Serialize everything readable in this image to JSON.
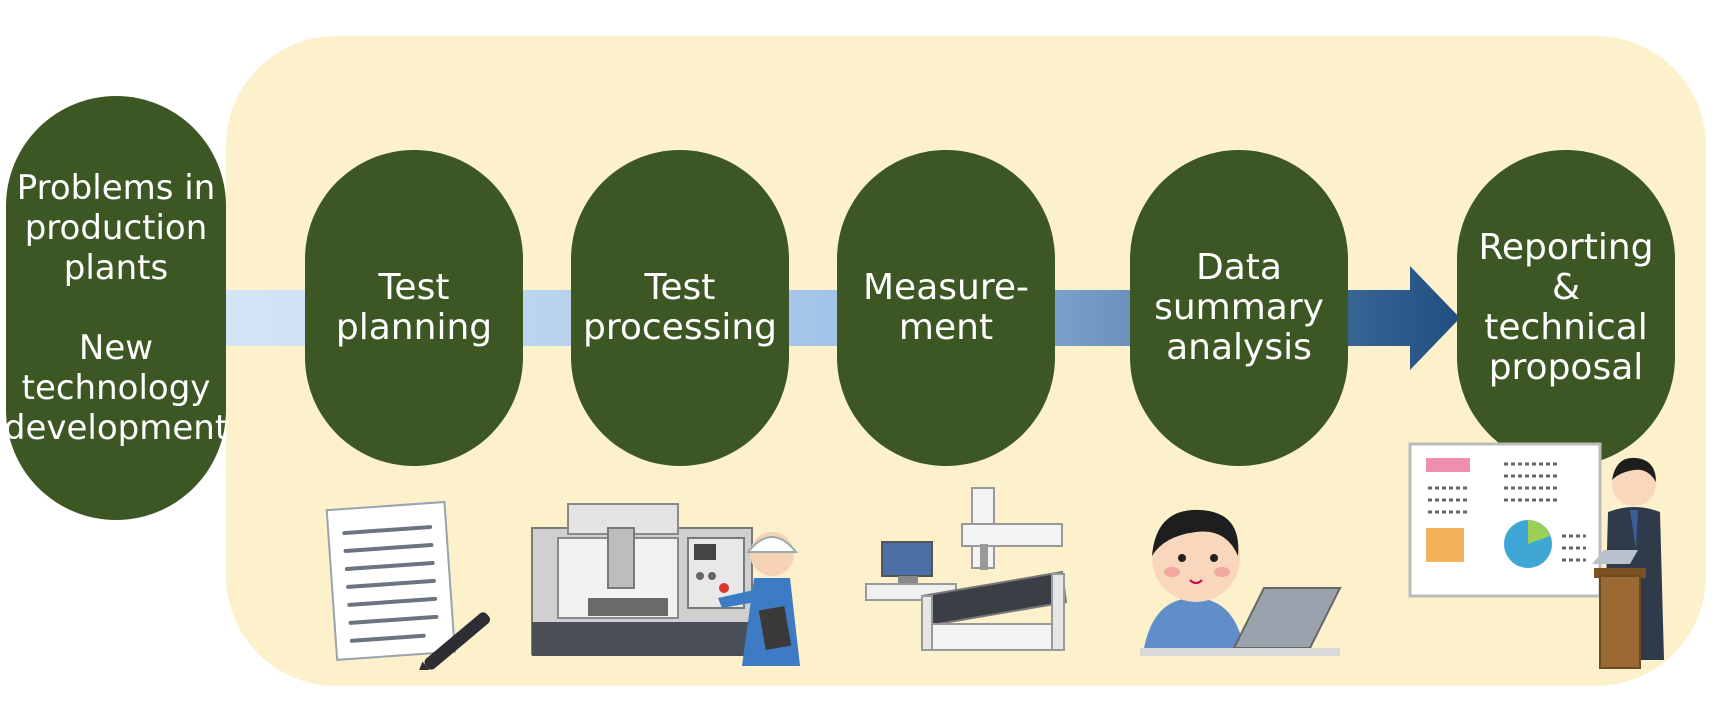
{
  "diagram": {
    "colors": {
      "background": "#fdf1cc",
      "pill": "#3c5723",
      "pill_text": "#ffffff",
      "arrow_start": "#d6e6f6",
      "arrow_end": "#1f4e80"
    },
    "lead": {
      "text": "Problems in\nproduction\nplants\n\nNew\ntechnology\ndevelopment"
    },
    "steps": [
      {
        "text": "Test\nplanning",
        "icon": "document-with-pen-icon"
      },
      {
        "text": "Test\nprocessing",
        "icon": "machining-center-with-worker-icon"
      },
      {
        "text": "Measure-\nment",
        "icon": "coordinate-measuring-machine-icon"
      },
      {
        "text": "Data\nsummary\nanalysis",
        "icon": "analyst-with-laptop-icon"
      },
      {
        "text": "Reporting\n&\ntechnical\nproposal",
        "icon": "presenter-with-chart-board-icon"
      }
    ]
  }
}
